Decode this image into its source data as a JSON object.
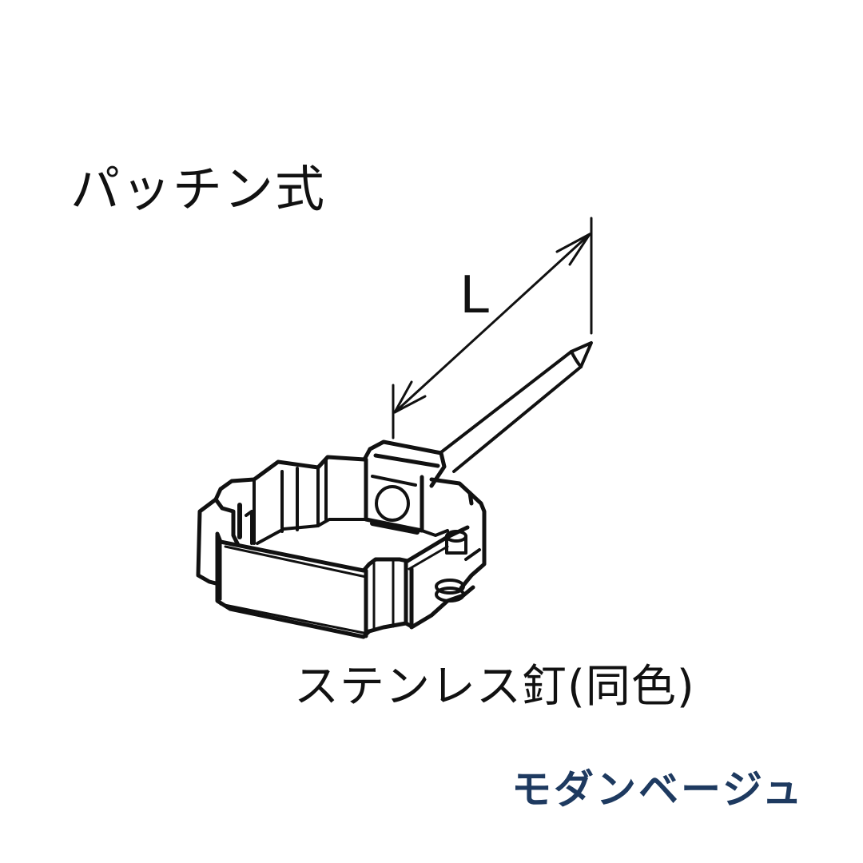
{
  "diagram": {
    "title": "パッチン式",
    "dimension_label": "L",
    "nail_label": "ステンレス釘(同色)",
    "color_name": "モダンベージュ",
    "colors": {
      "line": "#111111",
      "accent_navy": "#1e3a60",
      "background": "#ffffff"
    },
    "parts": [
      {
        "name": "gutter-bracket",
        "label": ""
      },
      {
        "name": "stainless-nail",
        "label": "ステンレス釘(同色)"
      },
      {
        "name": "length-dimension",
        "label": "L"
      }
    ]
  }
}
